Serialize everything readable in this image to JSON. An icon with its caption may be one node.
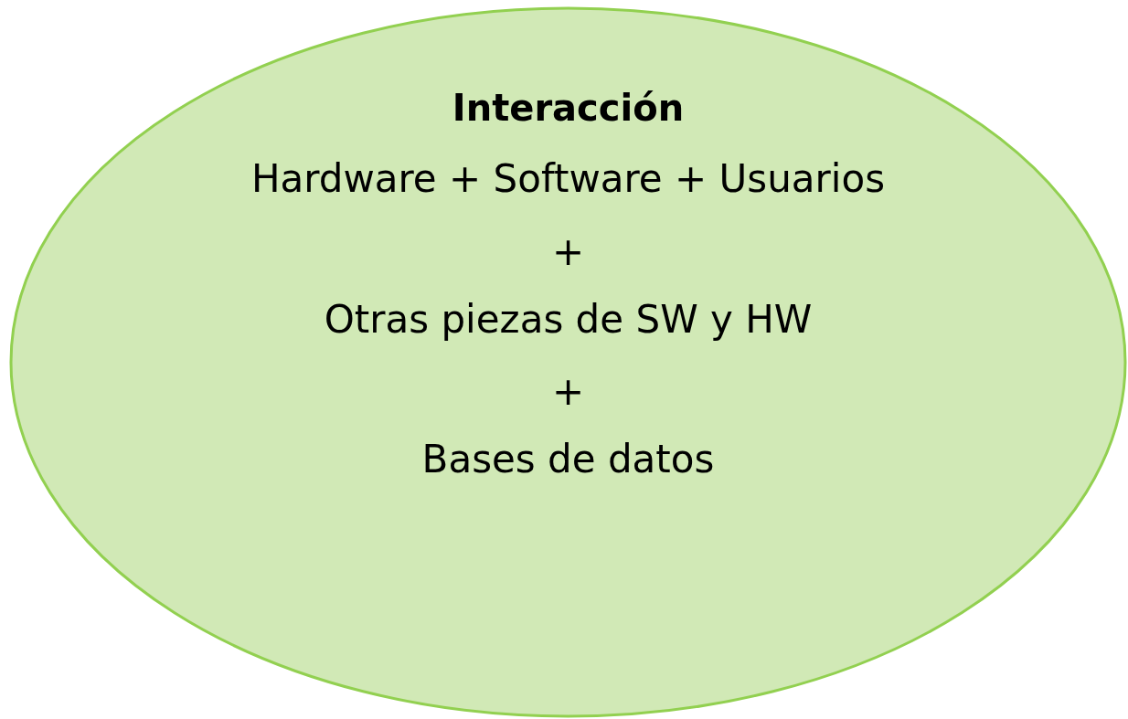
{
  "diagram": {
    "nodes": [
      {
        "text": [
          "Interacción",
          "Hardware + Software + Usuarios",
          "+",
          "Otras piezas de SW y HW",
          "+",
          "Bases de datos"
        ]
      }
    ]
  }
}
